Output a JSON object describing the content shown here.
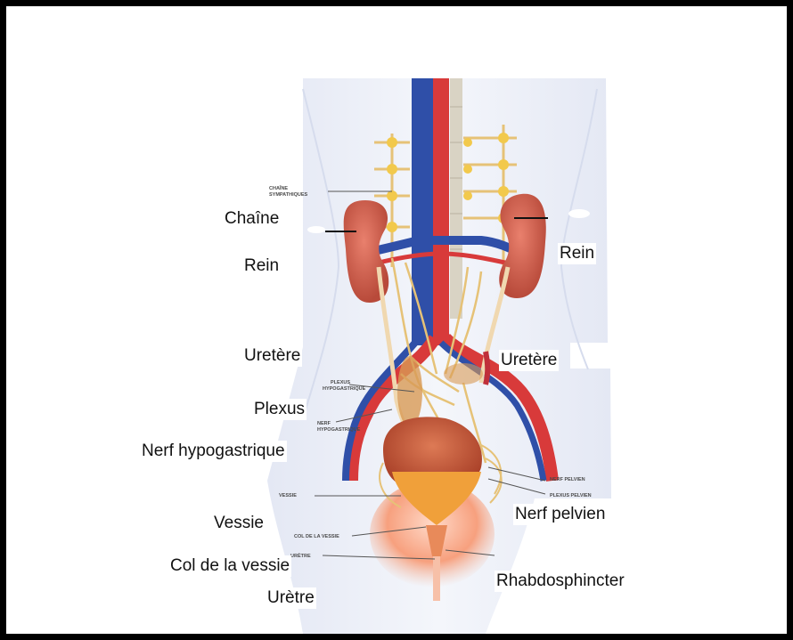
{
  "labels": {
    "chaine": "Chaîne",
    "rein_left": "Rein",
    "rein_right": "Rein",
    "uretere_left": "Uretère",
    "uretere_right": "Uretère",
    "plexus": "Plexus",
    "nerf_hypogastrique": "Nerf hypogastrique",
    "vessie": "Vessie",
    "col_de_la_vessie": "Col de la vessie",
    "uretre": "Urètre",
    "nerf_pelvien": "Nerf pelvien",
    "rhabdosphincter": "Rhabdosphincter"
  },
  "printed_labels": {
    "chaine_sympathiques_1": "CHAÎNE",
    "chaine_sympathiques_2": "SYMPATHIQUES",
    "plexus_hypogastrique_1": "PLEXUS",
    "plexus_hypogastrique_2": "HYPOGASTRIQUE",
    "nerf_hypogastrique_1": "NERF",
    "nerf_hypogastrique_2": "HYPOGASTRIQUE",
    "nerf_pelvien": "NERF PELVIEN",
    "plexus_pelvien": "PLEXUS PELVIEN",
    "vessie": "VESSIE",
    "col_de_la_vessie": "COL DE LA VESSIE",
    "uretre": "URÈTRE"
  },
  "colors": {
    "artery": "#d83a3a",
    "vein": "#2f4fa8",
    "kidney": "#d9624f",
    "nerve": "#e6c277",
    "ganglion": "#f2c94c",
    "bladder": "#c9573a",
    "background_body": "#e8ecf6"
  }
}
